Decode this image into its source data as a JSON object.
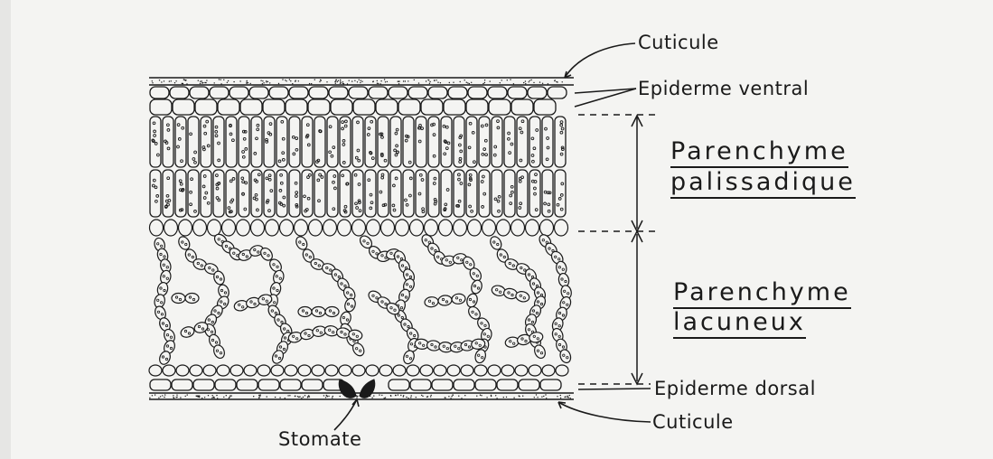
{
  "labels": {
    "cuticle_top": "Cuticule",
    "epidermis_ventral": "Epiderme ventral",
    "palisade_line1": "Parenchyme",
    "palisade_line2": "palissadique",
    "spongy_line1": "Parenchyme",
    "spongy_line2": "lacuneux",
    "epidermis_dorsal": "Epiderme dorsal",
    "cuticle_bottom": "Cuticule",
    "stomate": "Stomate"
  },
  "colors": {
    "ink": "#1a1a1a",
    "paper": "#f4f4f2"
  }
}
